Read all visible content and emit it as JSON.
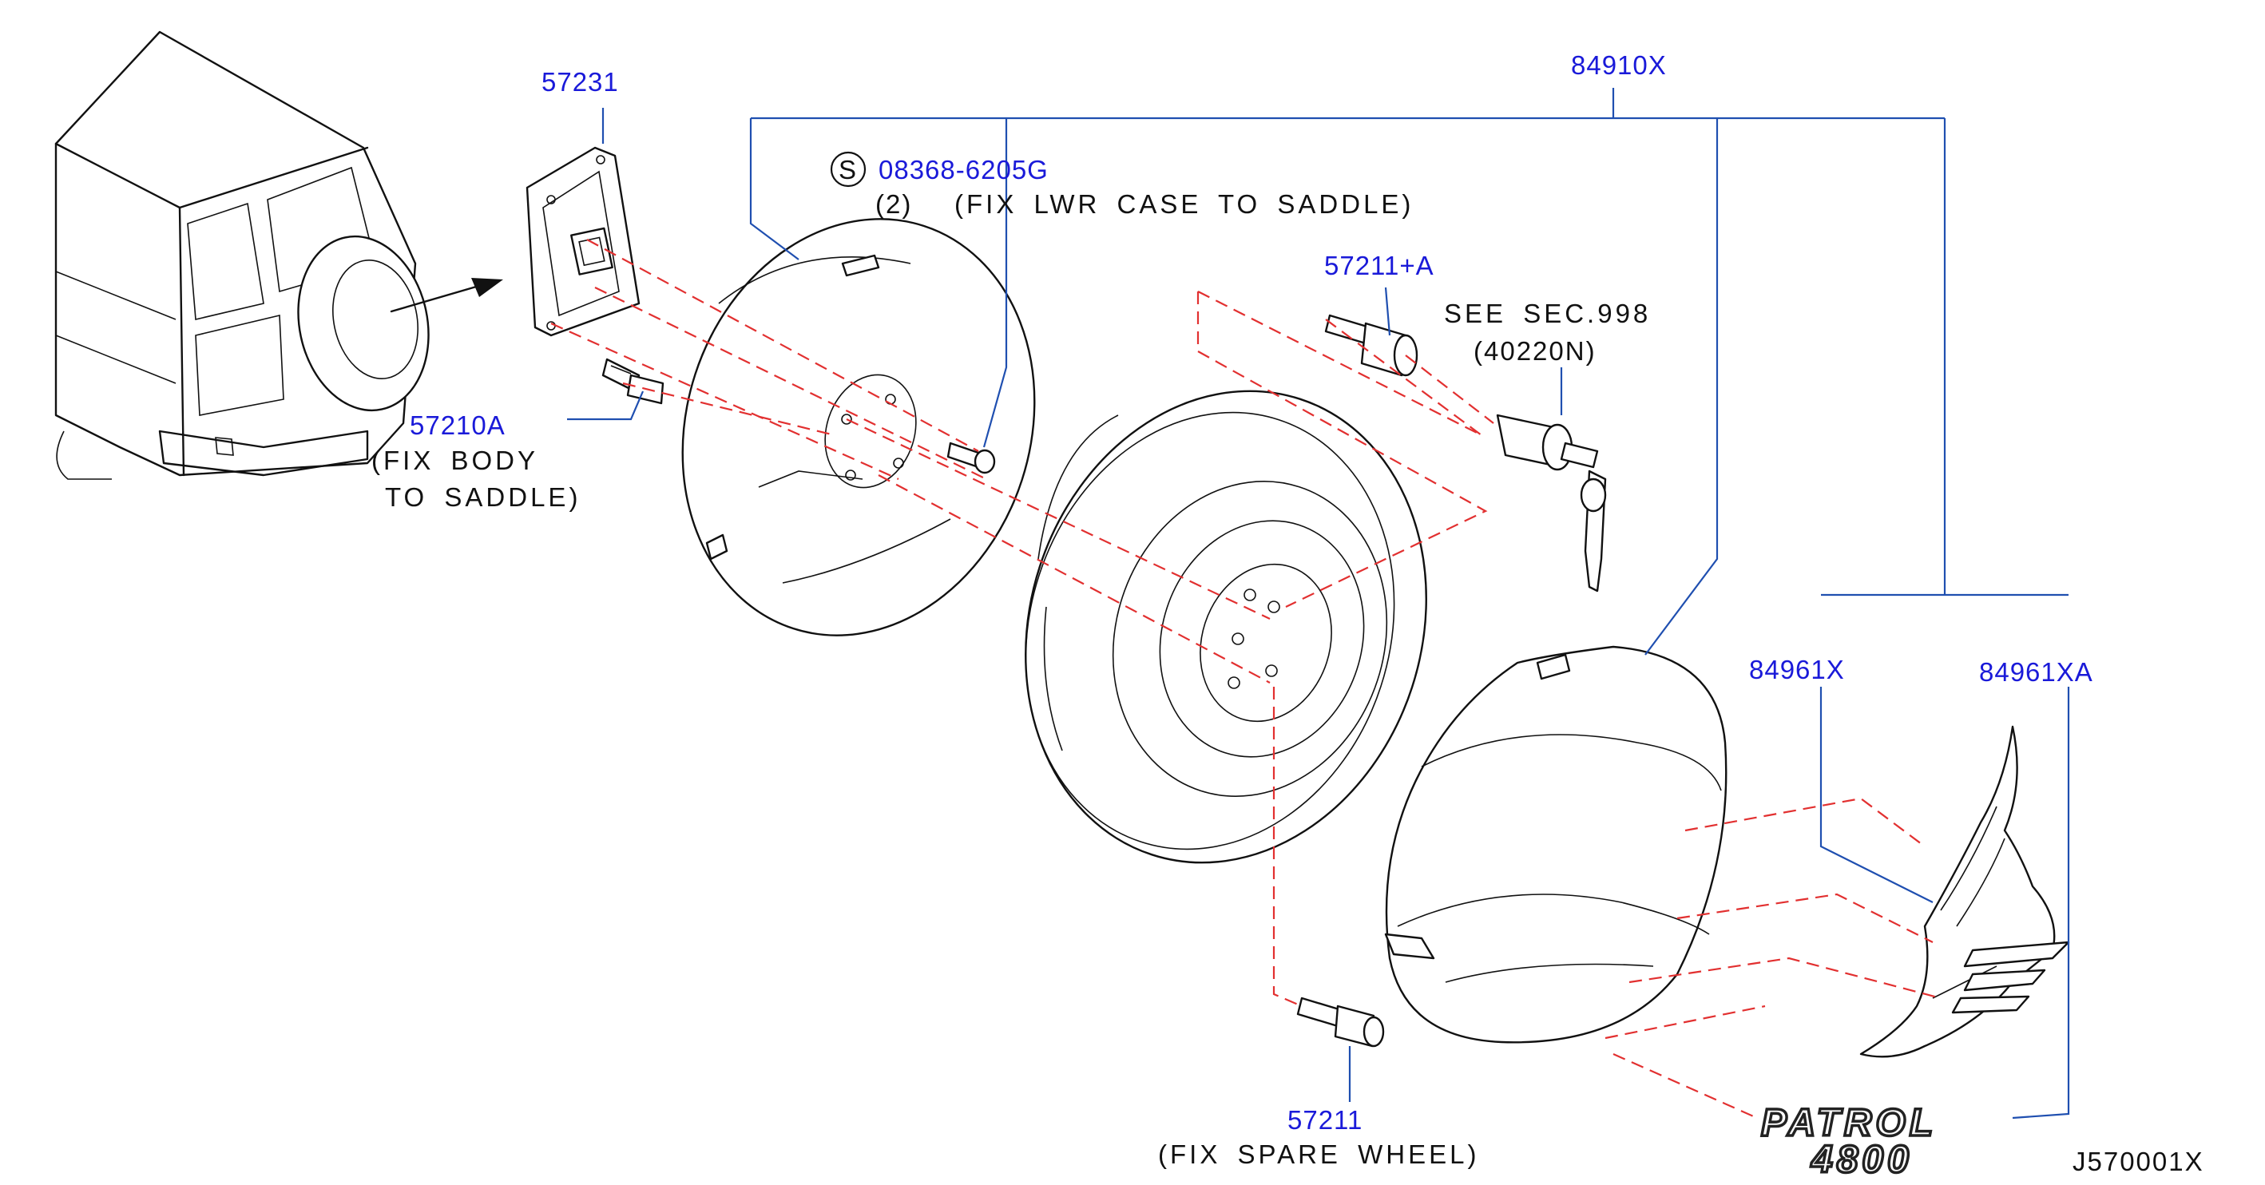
{
  "labels": {
    "p84910x": "84910X",
    "p57231": "57231",
    "p08368_circle": "S",
    "p08368": "08368-6205G",
    "p08368_qty": "(2)",
    "p08368_note": "(FIX LWR CASE TO SADDLE)",
    "p57211a": "57211+A",
    "see_sec": "SEE SEC.998",
    "see_code": "(40220N)",
    "p57210a": "57210A",
    "p57210a_note1": "(FIX BODY",
    "p57210a_note2": "TO SADDLE)",
    "p84961x": "84961X",
    "p84961xa": "84961XA",
    "p57211": "57211",
    "p57211_note": "(FIX SPARE WHEEL)",
    "diagram_id": "J570001X"
  },
  "emblem": {
    "line1": "PATROL",
    "line2": "4800"
  },
  "colors": {
    "part_number": "#1a1ad9",
    "leader": "#1f4fb0",
    "phantom": "#e23030",
    "ink": "#111111"
  }
}
